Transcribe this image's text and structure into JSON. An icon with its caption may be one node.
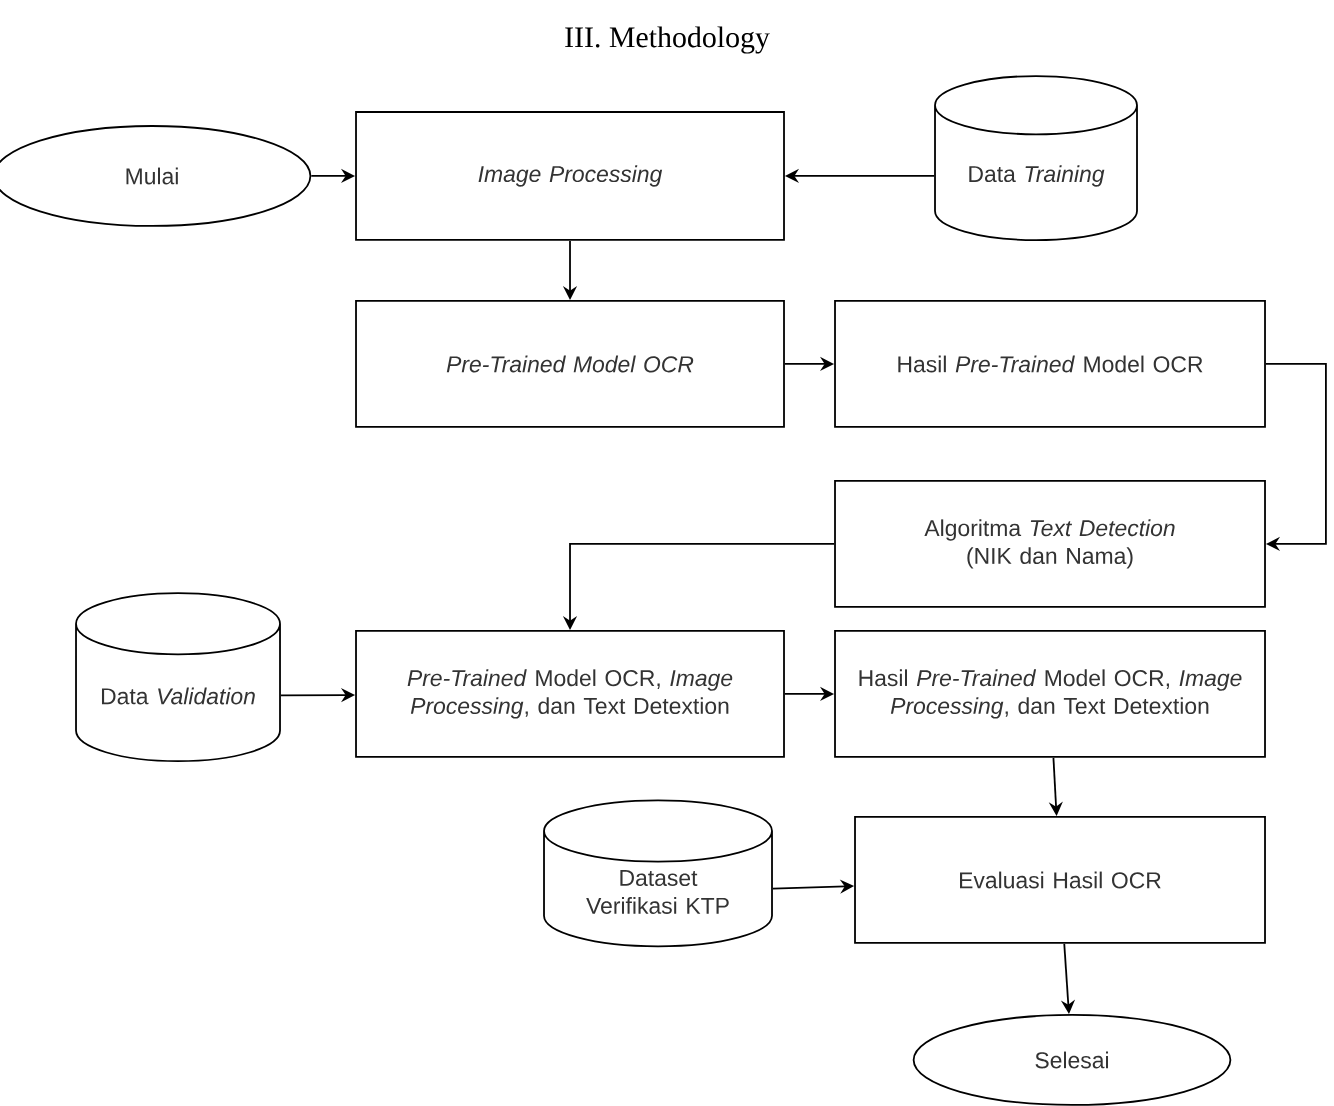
{
  "diagram": {
    "title": "III. Methodology",
    "nodes": [
      {
        "text": [
          "Mulai"
        ]
      },
      {
        "text": [
          "Image Processing"
        ]
      },
      {
        "text": [
          "Data *Training*"
        ]
      },
      {
        "text": [
          "Pre-Trained Model OCR"
        ]
      },
      {
        "text": [
          "Hasil *Pre-Trained* Model OCR"
        ]
      },
      {
        "text": [
          "Algoritma *Text Detection* (NIK dan Nama)"
        ]
      },
      {
        "text": [
          "*Pre-Trained* Model OCR, *Image Processing*, dan Text Detextion"
        ]
      },
      {
        "text": [
          "Data *Validation*"
        ]
      },
      {
        "text": [
          "Hasil *Pre-Trained* Model OCR, *Image Processing*, dan Text Detextion"
        ]
      },
      {
        "text": [
          "Dataset Verifikasi KTP"
        ]
      },
      {
        "text": [
          "Evaluasi Hasil OCR"
        ]
      },
      {
        "text": [
          "Selesai"
        ]
      }
    ],
    "edges": [
      {
        "from": 0,
        "to": 1,
        "arrow": "to"
      },
      {
        "from": 2,
        "to": 1,
        "arrow": "to"
      },
      {
        "from": 1,
        "to": 3,
        "arrow": "to"
      },
      {
        "from": 3,
        "to": 4,
        "arrow": "to"
      },
      {
        "from": 4,
        "to": 5,
        "arrow": "to"
      },
      {
        "from": 5,
        "to": 6,
        "arrow": "to"
      },
      {
        "from": 7,
        "to": 6,
        "arrow": "to"
      },
      {
        "from": 6,
        "to": 8,
        "arrow": "to"
      },
      {
        "from": 8,
        "to": 10,
        "arrow": "to"
      },
      {
        "from": 9,
        "to": 10,
        "arrow": "to"
      },
      {
        "from": 10,
        "to": 11,
        "arrow": "to"
      }
    ]
  }
}
